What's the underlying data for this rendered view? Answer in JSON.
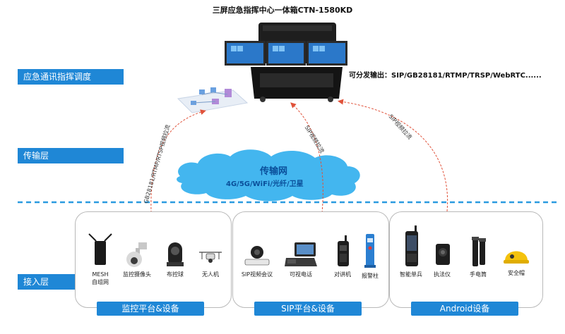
{
  "title": "三屏应急指挥中心一体箱CTN-1580KD",
  "layers": {
    "command": "应急通讯指挥调度",
    "transport": "传输层",
    "access": "接入层"
  },
  "distribution_text": "可分发输出：SIP/GB28181/RTMP/TRSP/WebRTC......",
  "cloud": {
    "title": "传输网",
    "subtitle": "4G/5G/WiFi/光纤/卫星"
  },
  "arrows": {
    "left": "GB28181/RTMP/RTSP视频拉流",
    "middle": "SIP视频拉流",
    "right": "SIP视频拉流"
  },
  "panels": [
    {
      "label": "监控平台&设备",
      "devices": [
        {
          "icon": "mesh-radio-icon",
          "label": "MESH\n自组网"
        },
        {
          "icon": "ptz-camera-icon",
          "label": "监控摄像头"
        },
        {
          "icon": "dome-ball-icon",
          "label": "布控球"
        },
        {
          "icon": "drone-icon",
          "label": "无人机"
        }
      ]
    },
    {
      "label": "SIP平台&设备",
      "devices": [
        {
          "icon": "conference-camera-icon",
          "label": "SIP视频会议"
        },
        {
          "icon": "video-phone-icon",
          "label": "可视电话"
        },
        {
          "icon": "walkie-talkie-icon",
          "label": "对讲机"
        },
        {
          "icon": "alarm-pillar-icon",
          "label": "报警柱"
        }
      ]
    },
    {
      "label": "Android设备",
      "devices": [
        {
          "icon": "smart-terminal-icon",
          "label": "智能单兵"
        },
        {
          "icon": "body-camera-icon",
          "label": "执法仪"
        },
        {
          "icon": "flashlight-icon",
          "label": "手电筒"
        },
        {
          "icon": "safety-helmet-icon",
          "label": "安全帽"
        }
      ]
    }
  ],
  "colors": {
    "accent_blue": "#1f87d6",
    "arrow_red": "#e0523a",
    "cloud_blue": "#43b6ef",
    "dashed_line": "#2a9be0"
  }
}
